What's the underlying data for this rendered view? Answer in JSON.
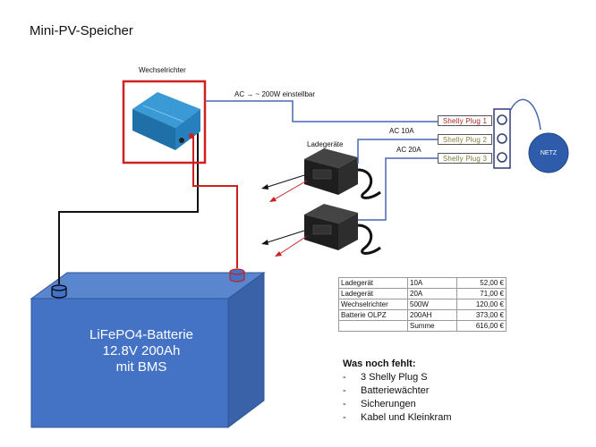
{
  "title": "Mini-PV-Speicher",
  "inverter_label": "Wechselrichter",
  "chargers_label": "Ladegeräte",
  "wires": {
    "ac_main": "AC → ~ 200W einstellbar",
    "ac_10": "AC 10A",
    "ac_20": "AC 20A"
  },
  "plugs": [
    "Shelly Plug 1",
    "Shelly Plug 2",
    "Shelly Plug 3"
  ],
  "grid_label": "NETZ",
  "battery": {
    "line1": "LiFePO4-Batterie",
    "line2": "12.8V 200Ah",
    "line3": "mit BMS"
  },
  "cost_table": [
    [
      "Ladegerät",
      "10A",
      "52,00 €"
    ],
    [
      "Ladegerät",
      "20A",
      "71,00 €"
    ],
    [
      "Wechselrichter",
      "500W",
      "120,00 €"
    ],
    [
      "Batterie OLPZ",
      "200AH",
      "373,00 €"
    ],
    [
      "",
      "Summe",
      "616,00 €"
    ]
  ],
  "missing": {
    "title": "Was noch fehlt:",
    "items": [
      "3 Shelly Plug S",
      "Batteriewächter",
      "Sicherungen",
      "Kabel und Kleinkram"
    ]
  },
  "colors": {
    "battery": "#4472c4",
    "battery_top": "#5a86cf",
    "battery_side": "#3a62a8",
    "positive_wire": "#cc1f1f",
    "negative_wire": "#111111",
    "ac_wire": "#4a67b0",
    "grid": "#2f5caa"
  }
}
